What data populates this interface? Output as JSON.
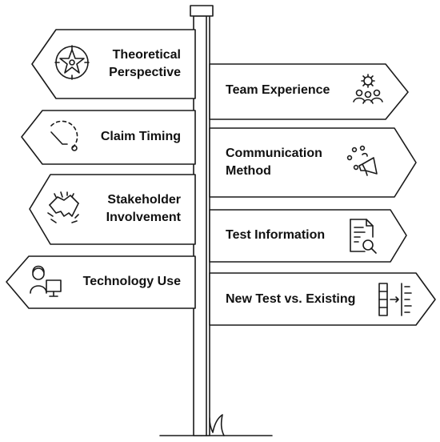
{
  "colors": {
    "stroke": "#1a1a1a",
    "fill": "#ffffff",
    "text": "#111111"
  },
  "signs": [
    {
      "id": "theoretical-perspective",
      "side": "left",
      "lines": [
        "Theoretical",
        "Perspective"
      ],
      "icon": "compass-star-icon"
    },
    {
      "id": "team-experience",
      "side": "right",
      "lines": [
        "Team Experience"
      ],
      "icon": "team-gear-icon"
    },
    {
      "id": "claim-timing",
      "side": "left",
      "lines": [
        "Claim Timing"
      ],
      "icon": "clock-icon"
    },
    {
      "id": "communication-method",
      "side": "right",
      "lines": [
        "Communication",
        "Method"
      ],
      "icon": "megaphone-icon"
    },
    {
      "id": "stakeholder-involvement",
      "side": "left",
      "lines": [
        "Stakeholder",
        "Involvement"
      ],
      "icon": "handshake-icon"
    },
    {
      "id": "test-information",
      "side": "right",
      "lines": [
        "Test Information"
      ],
      "icon": "document-search-icon"
    },
    {
      "id": "technology-use",
      "side": "left",
      "lines": [
        "Technology Use"
      ],
      "icon": "user-computer-icon"
    },
    {
      "id": "new-test-vs-existing",
      "side": "right",
      "lines": [
        "New Test vs. Existing"
      ],
      "icon": "compare-columns-icon"
    }
  ]
}
